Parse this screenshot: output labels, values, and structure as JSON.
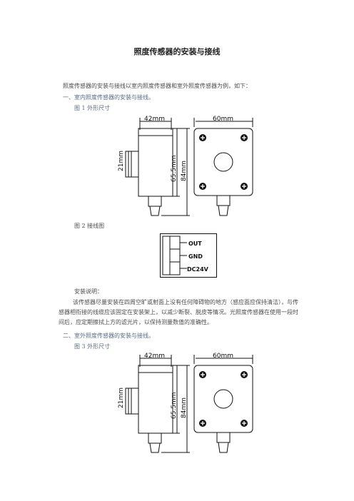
{
  "doc": {
    "title": "照度传感器的安装与接线",
    "intro": "照度传感器的安装与接线以室内照度传感器和室外照度传感器为例，如下：",
    "section1": "一、室内照度传感器的安装与接线。",
    "fig1": "图 1  外形尺寸",
    "fig2": "图 2  接线图",
    "install_label": "安装说明：",
    "install_text": "该传感器尽量安装在四周空旷或射面上没有任何障碍物的地方（感应面应保持清洁），与传感器相衔接的线缆应该固定在安装架上，以减少断裂、脱皮等情况。光照度传感器在使用一段时间后，应定期擦拭上方的滤光片，以保持测量数值的准确性。",
    "section2": "二、室外照度传感器的安装与接线。",
    "fig3": "图 3  外形尺寸"
  },
  "dimensions": {
    "width_side": "42mm",
    "width_front": "60mm",
    "thread": "21mm",
    "height_body": "65.5mm",
    "height_total": "84mm"
  },
  "wiring": {
    "terminals": [
      "OUT",
      "GND",
      "DC24V"
    ]
  }
}
